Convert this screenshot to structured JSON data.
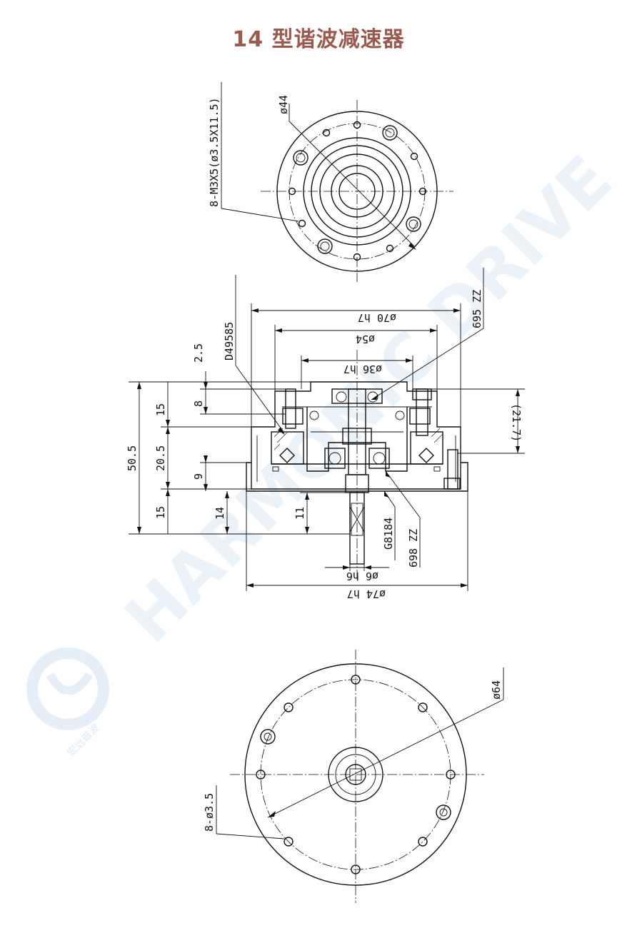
{
  "title": "14 型谐波减速器",
  "watermark": {
    "text": "HARMONIC DRIVE",
    "logo_text": "宏远谐波",
    "color": "#dce8f4"
  },
  "colors": {
    "title": "#9a5a4e",
    "line": "#111111",
    "background": "#ffffff"
  },
  "top_view": {
    "dim_diameter": "ø44",
    "dim_holes": "8-M3X5(ø3.5X11.5)"
  },
  "section_view": {
    "dim_outer_top": "ø70 h7",
    "dim_mid_top": "ø54",
    "dim_inner_top": "ø36 h7",
    "dim_bottom": "ø74 h7",
    "dim_shaft": "ø6 h6",
    "dim_2_5": "2.5",
    "dim_8": "8",
    "dim_15_top": "15",
    "dim_50_5": "50.5",
    "dim_20_5": "20.5",
    "dim_9": "9",
    "dim_15_bottom": "15",
    "dim_14": "14",
    "dim_11": "11",
    "dim_21_7": "(21.7)",
    "label_seal": "D49585",
    "label_bearing_top": "695 ZZ",
    "label_gear": "G8184",
    "label_bearing_bottom": "698 ZZ"
  },
  "bottom_view": {
    "dim_diameter": "ø64",
    "dim_holes": "8-ø3.5"
  }
}
